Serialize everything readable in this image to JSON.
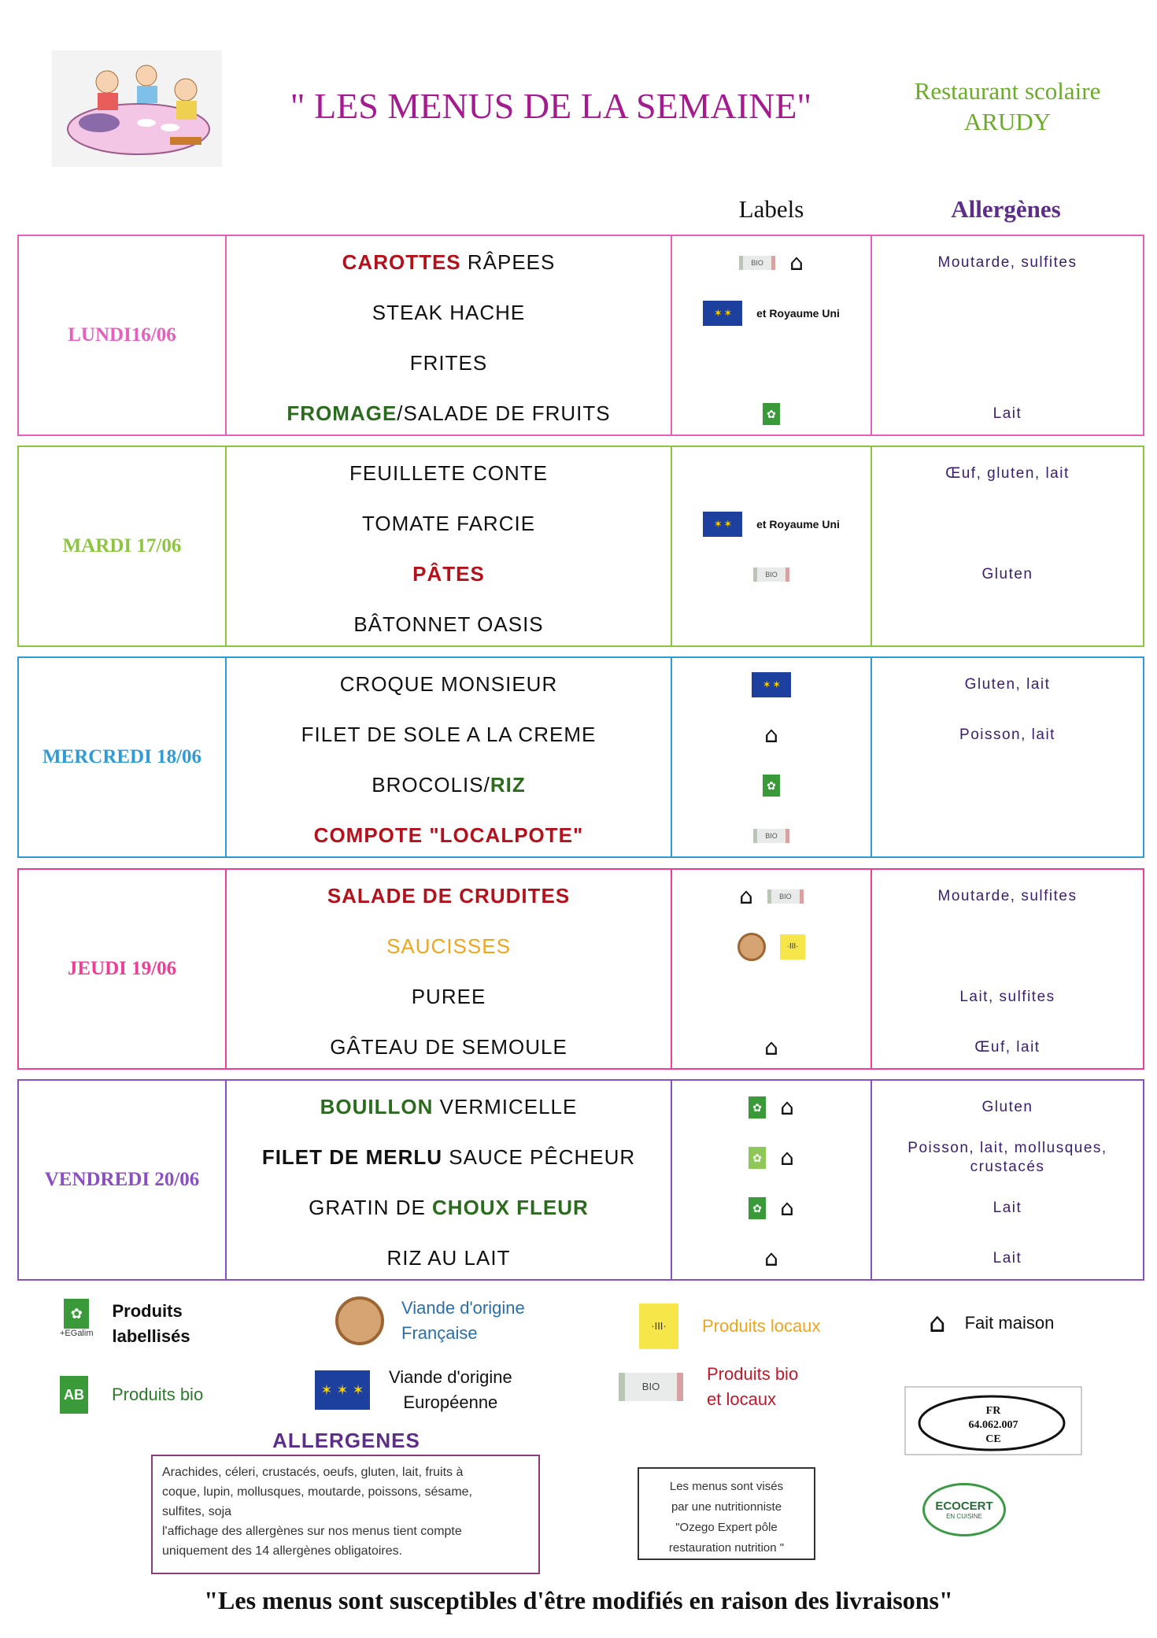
{
  "header": {
    "title": "\" LES MENUS DE LA SEMAINE\"",
    "restaurant_line1": "Restaurant scolaire",
    "restaurant_line2": "ARUDY"
  },
  "columns": {
    "labels": "Labels",
    "allergens": "Allergènes"
  },
  "days": [
    {
      "name": "LUNDI16/06",
      "color": "#e65fbd",
      "dishes": [
        {
          "parts": [
            {
              "text": "CAROTTES",
              "style": "red"
            },
            {
              "text": " RÂPEES",
              "style": ""
            }
          ]
        },
        {
          "parts": [
            {
              "text": "STEAK HACHE",
              "style": ""
            }
          ]
        },
        {
          "parts": [
            {
              "text": "FRITES",
              "style": ""
            }
          ]
        },
        {
          "parts": [
            {
              "text": "FROMAGE",
              "style": "green"
            },
            {
              "text": "/SALADE DE FRUITS",
              "style": ""
            }
          ]
        }
      ],
      "labels": [
        [
          "bio-local-icon",
          "homemade-icon"
        ],
        [
          "europe-flag-icon",
          "uk-origin-text"
        ],
        [],
        [
          "label-icon"
        ]
      ],
      "allergens": [
        "Moutarde, sulfites",
        "",
        "",
        "Lait"
      ]
    },
    {
      "name": "MARDI 17/06",
      "color": "#8cc63f",
      "dishes": [
        {
          "parts": [
            {
              "text": "FEUILLETE CONTE",
              "style": ""
            }
          ]
        },
        {
          "parts": [
            {
              "text": "TOMATE FARCIE",
              "style": ""
            }
          ]
        },
        {
          "parts": [
            {
              "text": "PÂTES",
              "style": "red"
            }
          ]
        },
        {
          "parts": [
            {
              "text": "BÂTONNET OASIS",
              "style": ""
            }
          ]
        }
      ],
      "labels": [
        [],
        [
          "europe-flag-icon",
          "uk-origin-text"
        ],
        [
          "bio-local-icon"
        ],
        []
      ],
      "allergens": [
        "Œuf, gluten, lait",
        "",
        "Gluten",
        ""
      ]
    },
    {
      "name": "MERCREDI 18/06",
      "color": "#2f9bd6",
      "dishes": [
        {
          "parts": [
            {
              "text": "CROQUE MONSIEUR",
              "style": ""
            }
          ]
        },
        {
          "parts": [
            {
              "text": "FILET DE SOLE A LA CREME",
              "style": ""
            }
          ]
        },
        {
          "parts": [
            {
              "text": "BROCOLIS/",
              "style": ""
            },
            {
              "text": "RIZ",
              "style": "green"
            }
          ]
        },
        {
          "parts": [
            {
              "text": "COMPOTE \"LOCALPOTE\"",
              "style": "red"
            }
          ]
        }
      ],
      "labels": [
        [
          "europe-flag-icon"
        ],
        [
          "homemade-icon"
        ],
        [
          "label-icon"
        ],
        [
          "bio-local-icon"
        ]
      ],
      "allergens": [
        "Gluten, lait",
        "Poisson, lait",
        "",
        ""
      ]
    },
    {
      "name": "JEUDI 19/06",
      "color": "#ec3f95",
      "dishes": [
        {
          "parts": [
            {
              "text": "SALADE DE CRUDITES",
              "style": "red"
            }
          ]
        },
        {
          "parts": [
            {
              "text": "SAUCISSES",
              "style": "orange"
            }
          ]
        },
        {
          "parts": [
            {
              "text": "PUREE",
              "style": ""
            }
          ]
        },
        {
          "parts": [
            {
              "text": "GÂTEAU DE SEMOULE",
              "style": ""
            }
          ]
        }
      ],
      "labels": [
        [
          "homemade-icon",
          "bio-local-icon"
        ],
        [
          "french-meat-icon",
          "local-product-icon"
        ],
        [],
        [
          "homemade-icon"
        ]
      ],
      "allergens": [
        "Moutarde, sulfites",
        "",
        "Lait, sulfites",
        "Œuf, lait"
      ]
    },
    {
      "name": "VENDREDI 20/06",
      "color": "#8a4fc1",
      "dishes": [
        {
          "parts": [
            {
              "text": "BOUILLON",
              "style": "green"
            },
            {
              "text": " VERMICELLE",
              "style": ""
            }
          ]
        },
        {
          "parts": [
            {
              "text": "FILET DE MERLU",
              "style": "bold"
            },
            {
              "text": " SAUCE PÊCHEUR",
              "style": ""
            }
          ]
        },
        {
          "parts": [
            {
              "text": "GRATIN DE ",
              "style": ""
            },
            {
              "text": "CHOUX FLEUR",
              "style": "green"
            }
          ]
        },
        {
          "parts": [
            {
              "text": "RIZ AU LAIT",
              "style": ""
            }
          ]
        }
      ],
      "labels": [
        [
          "label-icon",
          "homemade-icon"
        ],
        [
          "msc-icon",
          "homemade-icon"
        ],
        [
          "label-icon",
          "homemade-icon"
        ],
        [
          "homemade-icon"
        ]
      ],
      "allergens": [
        "Gluten",
        "Poisson, lait, mollusques, crustacés",
        "Lait",
        "Lait"
      ]
    }
  ],
  "uk_origin_text": "et Royaume Uni",
  "legend": {
    "labelled_line1": "Produits",
    "labelled_line2": "labellisés",
    "labelled_caption": "+EGalim",
    "french_meat_line1": "Viande d'origine",
    "french_meat_line2": "Française",
    "local": "Produits locaux",
    "homemade": "Fait maison",
    "bio": "Produits bio",
    "eu_meat_line1": "Viande d'origine",
    "eu_meat_line2": "Européenne",
    "bio_local_line1": "Produits bio",
    "bio_local_line2": "et locaux"
  },
  "allergen_section": {
    "title": "ALLERGENES",
    "line1": "Arachides, céleri, crustacés, oeufs, gluten, lait, fruits à",
    "line2": "coque, lupin, mollusques, moutarde, poissons, sésame,",
    "line3": "sulfites, soja",
    "line4": "l'affichage des allergènes sur nos menus tient compte",
    "line5": "uniquement des 14 allergènes obligatoires."
  },
  "nutrition_note": {
    "line1": "Les menus sont visés",
    "line2": "par une nutritionniste",
    "line3": "\"Ozego Expert pôle",
    "line4": "restauration nutrition \""
  },
  "stamp": {
    "line1": "FR",
    "line2": "64.062.007",
    "line3": "CE"
  },
  "ecocert": {
    "line1": "ECOCERT",
    "line2": "EN CUISINE"
  },
  "footer": "\"Les menus sont susceptibles d'être modifiés en raison des livraisons\"",
  "colors": {
    "title": "#a41a8f",
    "restaurant": "#6cab2a",
    "allergen_header": "#5c2e8a"
  }
}
